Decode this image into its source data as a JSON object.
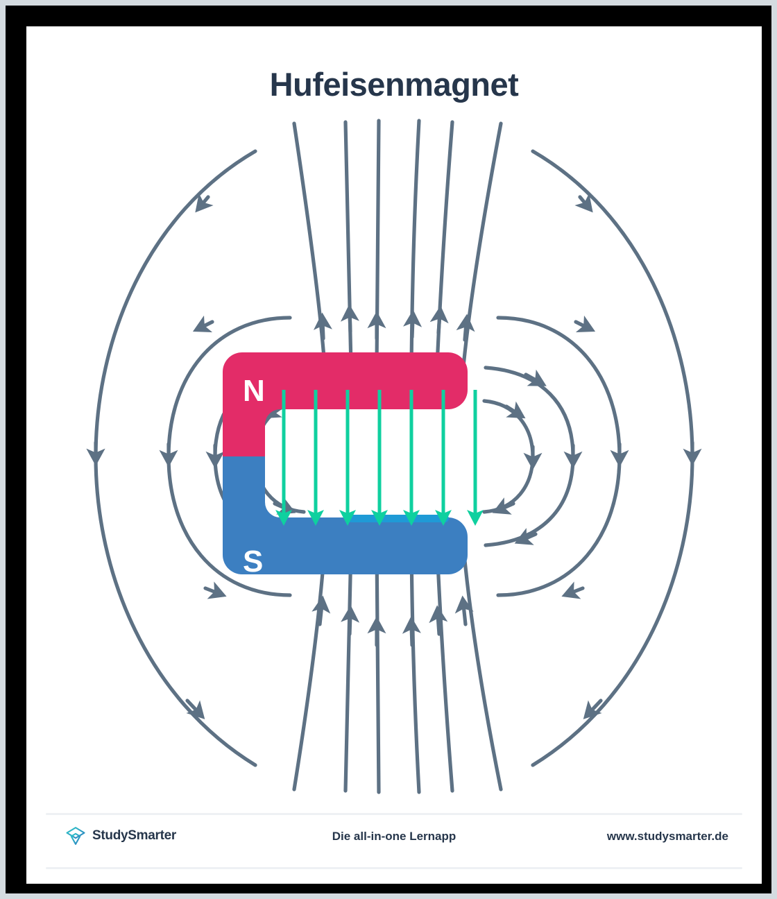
{
  "page": {
    "title": "Hufeisenmagnet",
    "background": "#ffffff",
    "frame_color": "#000000",
    "outer_background": "#d4dbe0"
  },
  "diagram": {
    "name": "horseshoe-magnet-field-diagram",
    "magnet": {
      "north_label": "N",
      "south_label": "S",
      "north_color": "#e32c68",
      "south_color": "#3c7fc1",
      "south_highlight_color": "#1f9ad6",
      "label_color": "#ffffff"
    },
    "field": {
      "external_line_color": "#5d7184",
      "internal_arrow_color": "#0fd09f",
      "internal_arrow_count": 7,
      "internal_arrow_direction": "down",
      "external_line_direction": "north-to-south"
    }
  },
  "footer": {
    "brand": "StudySmarter",
    "tagline": "Die all-in-one Lernapp",
    "url": "www.studysmarter.de",
    "logo_color_start": "#2ec8c8",
    "logo_color_end": "#2b7fc0",
    "text_color": "#26364b"
  }
}
